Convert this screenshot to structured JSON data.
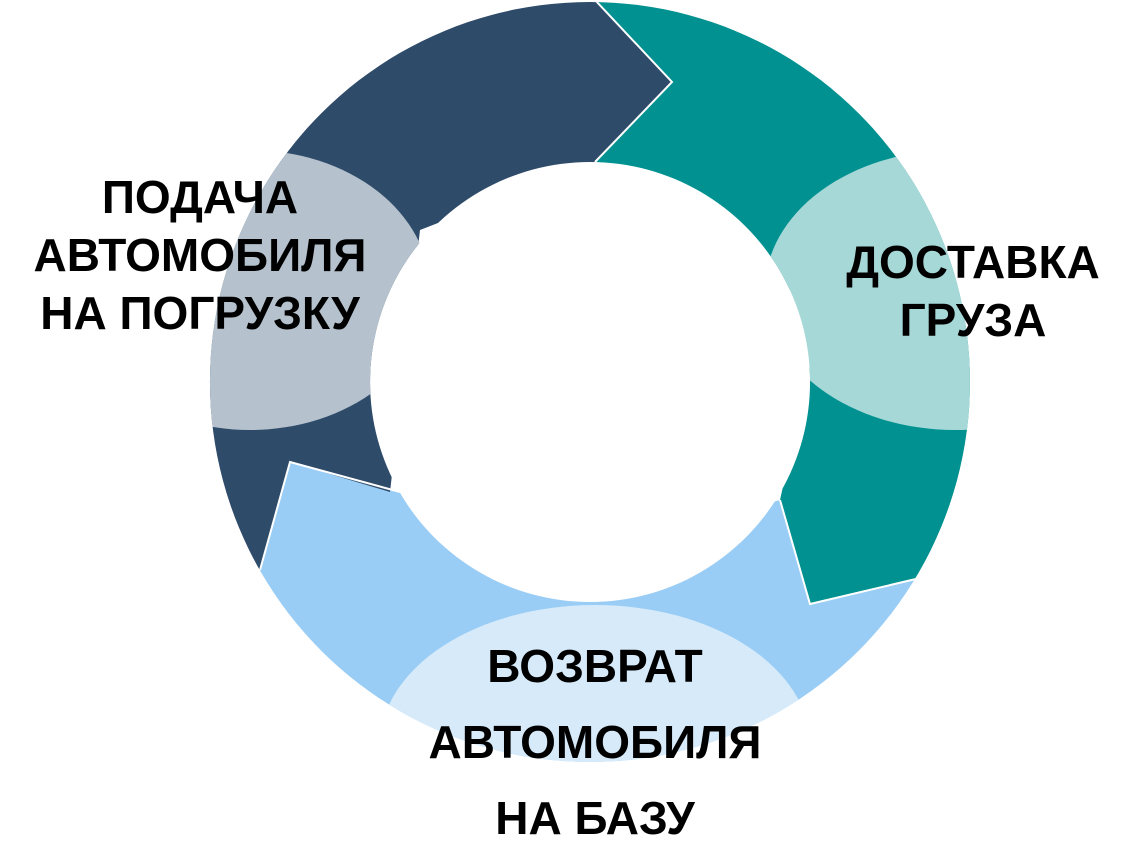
{
  "diagram": {
    "type": "cycle",
    "colors": {
      "dark_navy": "#2f4b6a",
      "teal": "#009190",
      "light_blue": "#99cdf5",
      "grey_blob": "#b5c2cd",
      "teal_blob": "#a6d8d7",
      "blue_blob": "#d6eaf9"
    },
    "steps": [
      {
        "lines": [
          "ПОДАЧА",
          "АВТОМОБИЛЯ",
          "НА ПОГРУЗКУ"
        ]
      },
      {
        "lines": [
          "ДОСТАВКА",
          "ГРУЗА"
        ]
      },
      {
        "lines": [
          "ВОЗВРАТ",
          "АВТОМОБИЛЯ",
          "НА БАЗУ"
        ]
      }
    ]
  }
}
